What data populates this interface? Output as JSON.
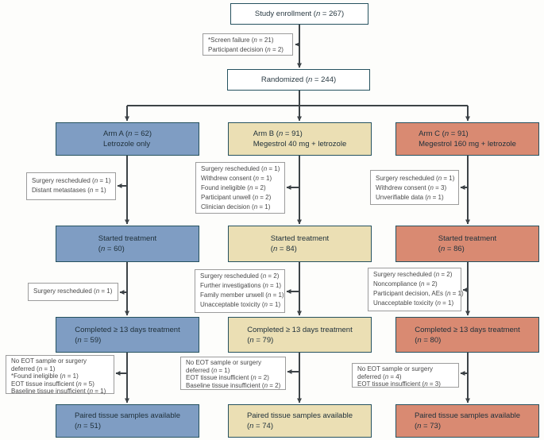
{
  "figure": {
    "type": "consort-flow-diagram",
    "title": "Study enrollment flow"
  },
  "palette": {
    "arm_a_fill": "#7f9dc3",
    "arm_b_fill": "#ebdfb4",
    "arm_c_fill": "#d98a72",
    "main_box_border": "#26525f",
    "exclusion_box_border": "#9c9c9c",
    "connector_line": "#3d4347",
    "background": "#fdfdfb"
  },
  "top": {
    "enrollment": "Study enrollment (n = 267)",
    "screen_failure": [
      "*Screen failure (n = 21)",
      "Participant decision (n = 2)"
    ],
    "randomized": "Randomized (n = 244)"
  },
  "arms": [
    {
      "label": "Arm A (n = 62)",
      "treatment": "Letrozole only",
      "excl1": [
        "Surgery rescheduled (n = 1)",
        "Distant metastases (n = 1)"
      ],
      "started": "Started treatment",
      "started_n": "(n = 60)",
      "excl2": [
        "Surgery rescheduled (n = 1)"
      ],
      "completed": "Completed ≥ 13 days treatment",
      "completed_n": "(n = 59)",
      "excl3": [
        "No EOT sample or surgery",
        "deferred (n = 1)",
        "*Found ineligible (n = 1)",
        "EOT tissue insufficient (n = 5)",
        "Baseline tissue insufficient (n = 1)"
      ],
      "paired": "Paired tissue samples available",
      "paired_n": "(n = 51)"
    },
    {
      "label": "Arm B (n = 91)",
      "treatment": "Megestrol 40 mg + letrozole",
      "excl1": [
        "Surgery rescheduled (n = 1)",
        "Withdrew consent (n = 1)",
        "Found ineligible (n = 2)",
        "Participant unwell (n = 2)",
        "Clinician decision (n = 1)"
      ],
      "started": "Started treatment",
      "started_n": "(n = 84)",
      "excl2": [
        "Surgery rescheduled (n = 2)",
        "Further investigations (n = 1)",
        "Family member unwell (n = 1)",
        "Unacceptable toxicity (n = 1)"
      ],
      "completed": "Completed ≥ 13 days treatment",
      "completed_n": "(n = 79)",
      "excl3": [
        "No EOT sample or surgery",
        "deferred (n = 1)",
        "EOT tissue insufficient (n = 2)",
        "Baseline tissue insufficient (n = 2)"
      ],
      "paired": "Paired tissue samples available",
      "paired_n": "(n = 74)"
    },
    {
      "label": "Arm C (n = 91)",
      "treatment": "Megestrol 160 mg + letrozole",
      "excl1": [
        "Surgery rescheduled (n = 1)",
        "Withdrew consent (n = 3)",
        "Unverifiable data (n = 1)"
      ],
      "started": "Started treatment",
      "started_n": "(n = 86)",
      "excl2": [
        "Surgery rescheduled (n = 2)",
        "Noncompliance (n = 2)",
        "Participant decision, AEs (n = 1)",
        "Unacceptable toxicity (n = 1)"
      ],
      "completed": "Completed ≥ 13 days treatment",
      "completed_n": "(n = 80)",
      "excl3": [
        "No EOT sample or surgery",
        "deferred (n = 4)",
        "EOT tissue insufficient (n = 3)"
      ],
      "paired": "Paired tissue samples available",
      "paired_n": "(n = 73)"
    }
  ]
}
